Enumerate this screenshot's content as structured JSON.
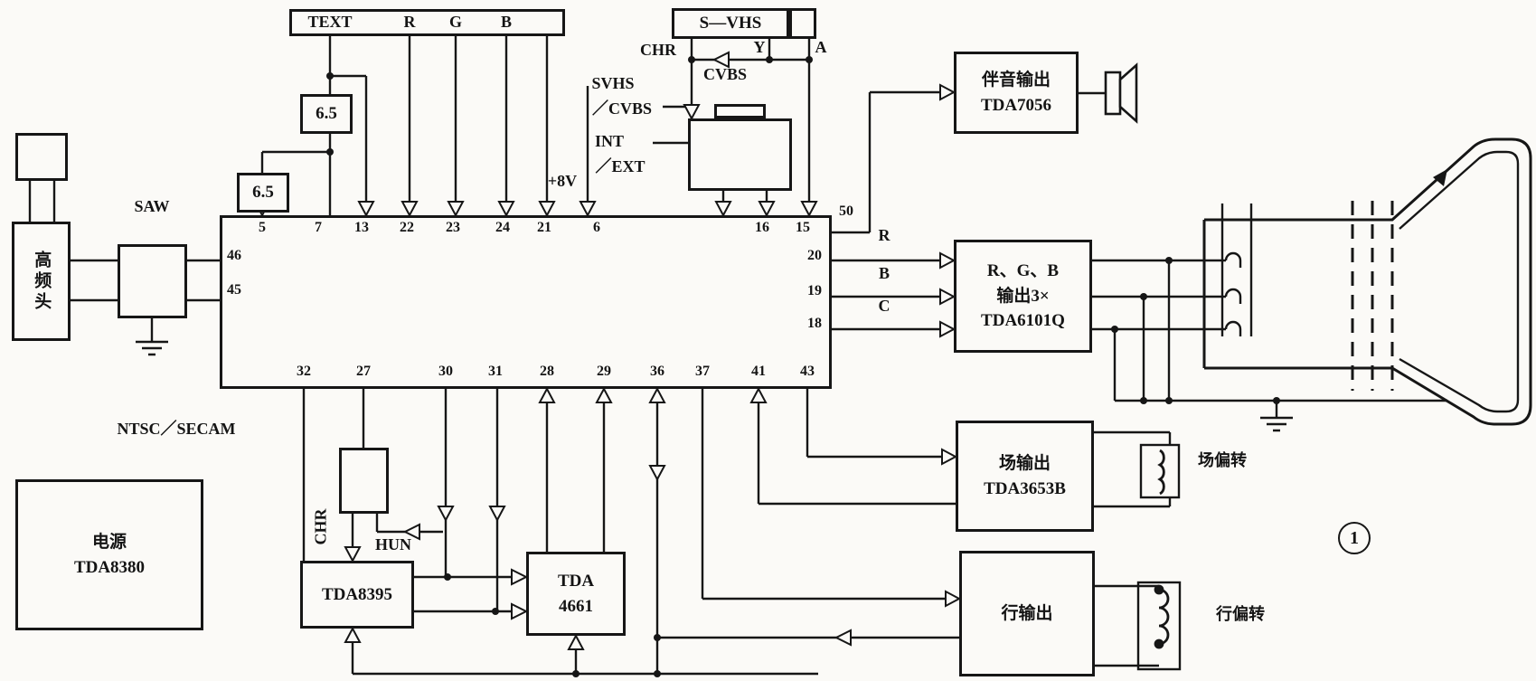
{
  "diagram": {
    "figure_number": "1",
    "blocks": {
      "tuner": {
        "label": "高频头"
      },
      "saw": {
        "label": "SAW"
      },
      "text_rgb": {
        "text": "TEXT",
        "r": "R",
        "g": "G",
        "b": "B"
      },
      "svhs_box": {
        "label": "S—VHS"
      },
      "filter_a": {
        "label": "6.5"
      },
      "filter_b": {
        "label": "6.5"
      },
      "audio_out": {
        "line1": "伴音输出",
        "line2": "TDA7056"
      },
      "rgb_out": {
        "line1": "R、G、B",
        "line2": "输出3×",
        "line3": "TDA6101Q"
      },
      "field_out": {
        "line1": "场输出",
        "line2": "TDA3653B"
      },
      "line_out": {
        "label": "行输出"
      },
      "power": {
        "line1": "电源",
        "line2": "TDA8380"
      },
      "tda8395": {
        "label": "TDA8395"
      },
      "tda4661": {
        "line1": "TDA",
        "line2": "4661"
      }
    },
    "main_ic": {
      "top_pins": [
        "5",
        "7",
        "13",
        "22",
        "23",
        "24",
        "21",
        "6",
        "16",
        "15"
      ],
      "left_pins": [
        "46",
        "45"
      ],
      "right_pins": [
        "20",
        "19",
        "18"
      ],
      "bottom_pins": [
        "32",
        "27",
        "30",
        "31",
        "28",
        "29",
        "36",
        "37",
        "41",
        "43"
      ],
      "extra_pin": "50"
    },
    "labels": {
      "chr_top": "CHR",
      "cvbs": "CVBS",
      "y": "Y",
      "a": "A",
      "svhs_sel_1": "SVHS",
      "svhs_sel_2": "／CVBS",
      "int_ext_1": "INT",
      "int_ext_2": "／EXT",
      "plus_8v": "+8V",
      "ntsc_secam": "NTSC／SECAM",
      "chr_left": "CHR",
      "hun": "HUN",
      "sig_r": "R",
      "sig_b": "B",
      "sig_c": "C",
      "field_deflection": "场偏转",
      "line_deflection": "行偏转"
    }
  }
}
